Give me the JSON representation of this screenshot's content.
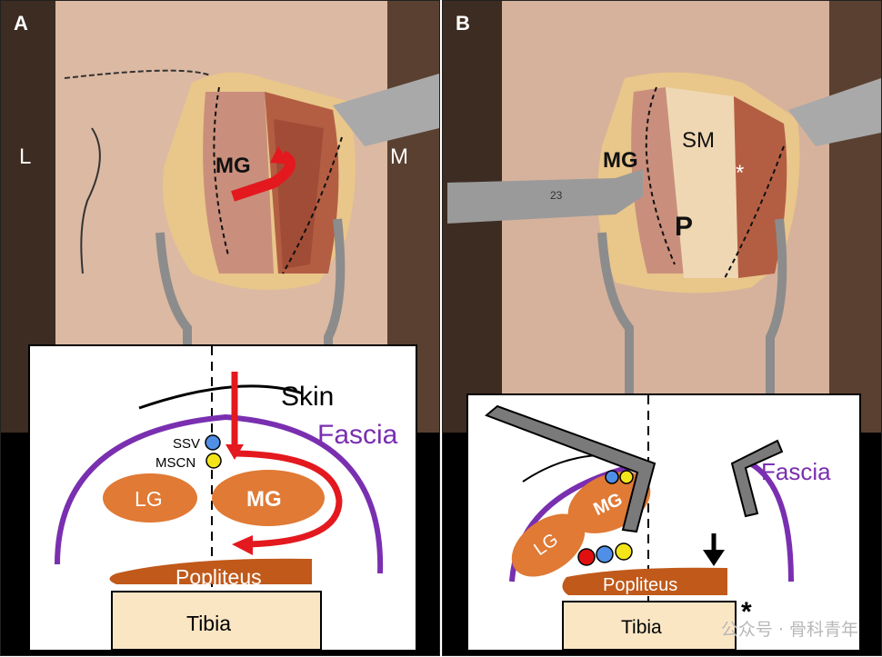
{
  "panel_a": {
    "letter": "A",
    "photo_labels": {
      "lateral": "L",
      "medial": "M",
      "muscle": "MG"
    },
    "schematic": {
      "skin": "Skin",
      "fascia": "Fascia",
      "vessel": "SSV",
      "nerve": "MSCN",
      "lateral_muscle": "LG",
      "medial_muscle": "MG",
      "popliteus": "Popliteus",
      "tibia": "Tibia"
    }
  },
  "panel_b": {
    "letter": "B",
    "photo_labels": {
      "muscle": "MG",
      "semimembranosus": "SM",
      "popliteal": "P",
      "star": "*",
      "retractor_number": "23"
    },
    "schematic": {
      "fascia": "Fascia",
      "lateral_muscle": "LG",
      "medial_muscle": "MG",
      "popliteus": "Popliteus",
      "tibia": "Tibia",
      "star": "*"
    }
  },
  "watermark": "公众号 · 骨科青年",
  "colors": {
    "fascia": "#7a2fb0",
    "muscle": "#e07a35",
    "popliteus": "#c0591a",
    "tibia": "#fbe6c4",
    "arrow": "#e3191f",
    "vein": "#4f8fe6",
    "nerve": "#f3e51a",
    "artery": "#e01010",
    "retractor": "#666666"
  }
}
